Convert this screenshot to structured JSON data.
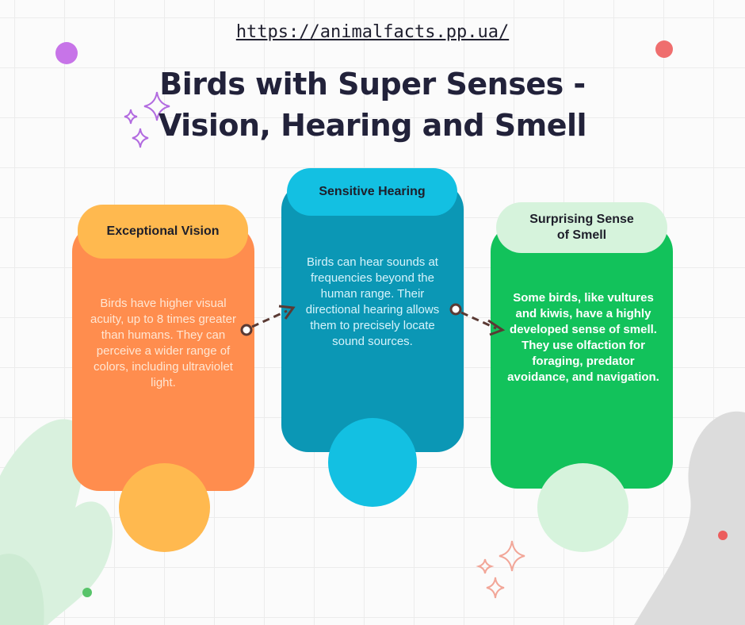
{
  "url": "https://animalfacts.pp.ua/",
  "title": "Birds with Super Senses - Vision, Hearing and Smell",
  "cards": [
    {
      "heading": "Exceptional Vision",
      "text": "Birds have higher visual acuity, up to 8 times greater than humans. They can perceive a wider range of colors, including ultraviolet light.",
      "color": "#ff8d4e",
      "accent": "#ffb94f"
    },
    {
      "heading": "Sensitive Hearing",
      "text": "Birds can hear sounds at frequencies beyond the human range. Their directional hearing allows them to precisely locate sound sources.",
      "color": "#0b97b5",
      "accent": "#13c0e2"
    },
    {
      "heading": "Surprising Sense of Smell",
      "text": "Some birds, like vultures and kiwis, have a highly developed sense of smell. They use olfaction for foraging, predator avoidance, and navigation.",
      "color": "#12c25b",
      "accent": "#d6f3dc"
    }
  ],
  "colors": {
    "arrow": "#5a3a34",
    "background": "#fbfbfb"
  }
}
